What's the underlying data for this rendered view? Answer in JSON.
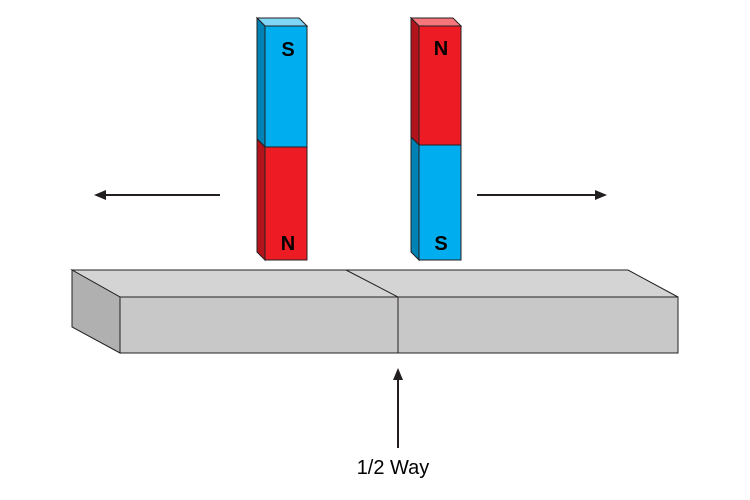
{
  "colors": {
    "north": "#ed1c24",
    "north_side": "#b3141b",
    "north_top": "#f5777c",
    "south": "#00aeef",
    "south_side": "#0082b4",
    "south_top": "#7fd6f7",
    "bar_front": "#c8c8c8",
    "bar_top": "#d4d4d4",
    "bar_side": "#b0b0b0",
    "stroke": "#231f20"
  },
  "magnets": [
    {
      "name": "left-magnet",
      "top_pole": "S",
      "bottom_pole": "N"
    },
    {
      "name": "right-magnet",
      "top_pole": "N",
      "bottom_pole": "S"
    }
  ],
  "arrows": {
    "left": "left-arrow",
    "right": "right-arrow",
    "marker": "up-arrow"
  },
  "caption": "1/2 Way"
}
